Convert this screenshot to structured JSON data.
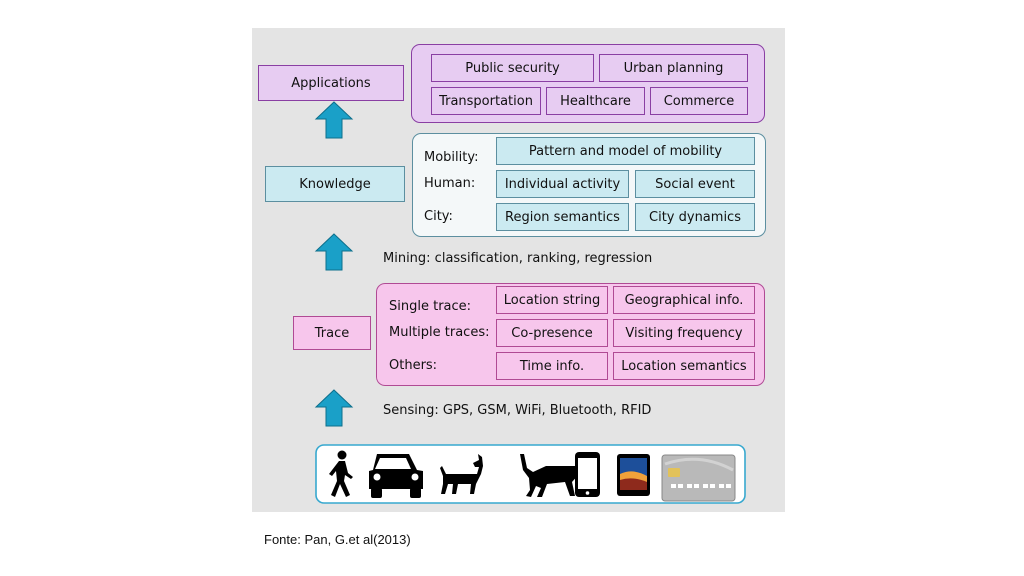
{
  "layers": {
    "applications": {
      "label": "Applications",
      "items": [
        "Public security",
        "Urban planning",
        "Transportation",
        "Healthcare",
        "Commerce"
      ]
    },
    "knowledge": {
      "label": "Knowledge",
      "rows": {
        "mobility": {
          "label": "Mobility:",
          "items": [
            "Pattern and model of mobility"
          ]
        },
        "human": {
          "label": "Human:",
          "items": [
            "Individual activity",
            "Social event"
          ]
        },
        "city": {
          "label": "City:",
          "items": [
            "Region semantics",
            "City dynamics"
          ]
        }
      }
    },
    "mining": {
      "label": "Mining: classification, ranking, regression"
    },
    "trace": {
      "label": "Trace",
      "rows": {
        "single": {
          "label": "Single trace:",
          "items": [
            "Location string",
            "Geographical info."
          ]
        },
        "multiple": {
          "label": "Multiple traces:",
          "items": [
            "Co-presence",
            "Visiting frequency"
          ]
        },
        "others": {
          "label": "Others:",
          "items": [
            "Time info.",
            "Location semantics"
          ]
        }
      }
    },
    "sensing": {
      "label": "Sensing: GPS, GSM, WiFi, Bluetooth, RFID"
    },
    "sources": [
      "pedestrian-icon",
      "car-icon",
      "dog-icon",
      "cat-icon",
      "phone-icon",
      "tablet-icon",
      "card-icon"
    ]
  },
  "colors": {
    "purple_fill": "#e7ccf2",
    "cyan_fill": "#cbeaf1",
    "pink_fill": "#f7c6ec",
    "arrow_fill": "#1aa0c8",
    "panel_bg": "#e4e4e4"
  },
  "caption": "Fonte: Pan, G.et al(2013)"
}
